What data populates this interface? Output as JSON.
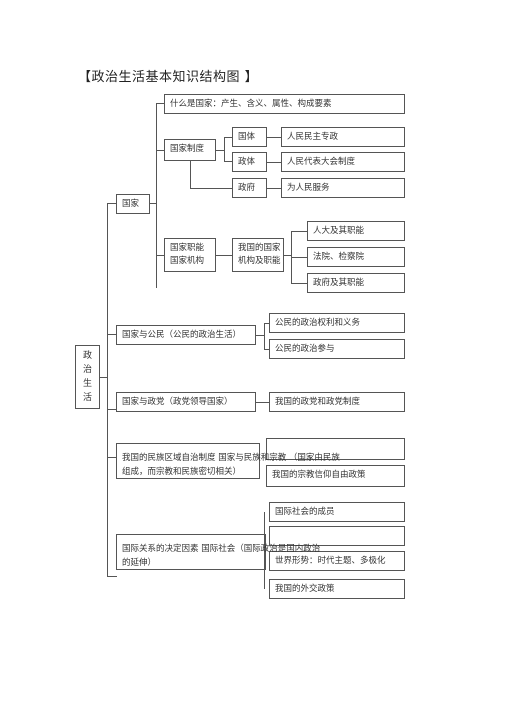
{
  "title": "【政治生活基本知识结构图    】",
  "root": [
    "政",
    "治",
    "生",
    "活"
  ],
  "state": {
    "label": "国家",
    "what_is_state": "什么是国家：产生、含义、属性、构成要素",
    "system": "国家制度",
    "polity": "国体",
    "polity_value": "人民民主专政",
    "government_form": "政体",
    "government_form_value": "人民代表大会制度",
    "government": "政府",
    "government_value": "为人民服务",
    "functions": [
      "国家职能",
      "国家机构"
    ],
    "our_organs": [
      "我国的国家",
      "机构及职能"
    ],
    "organ_items": [
      "人大及其职能",
      "法院、检察院",
      "政府及其职能"
    ]
  },
  "citizen": {
    "label": "国家与公民（公民的政治生活）",
    "items": [
      "公民的政治权利和义务",
      "公民的政治参与"
    ]
  },
  "party": {
    "label": "国家与政党（政党领导国家）",
    "item": "我国的政党和政党制度"
  },
  "ethnic": {
    "label": [
      "我国的民族区域自治制度  国家与民族和宗教  （国家由民族",
      "组成，而宗教和民族密切相关）"
    ],
    "item": "我国的宗教信仰自由政策"
  },
  "intl": {
    "label": [
      "国际关系的决定因素  国际社会（国际政治是国内政治",
      "的延伸）"
    ],
    "items": [
      "国际社会的成员",
      "世界形势：时代主题、多极化",
      "我国的外交政策"
    ]
  }
}
